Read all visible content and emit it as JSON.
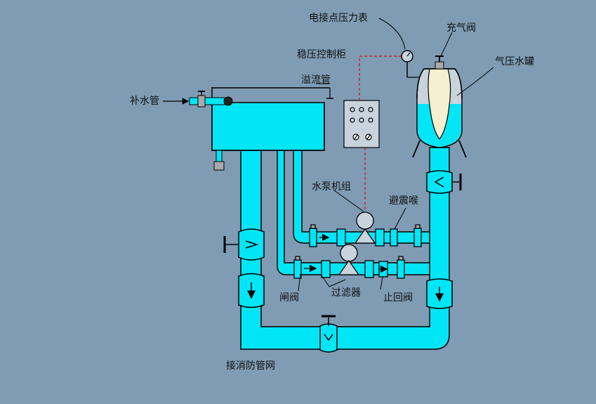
{
  "colors": {
    "background": "#7f9cb4",
    "water": "#00e6f6",
    "outline": "#000000",
    "signal": "#cc2222",
    "panel": "#c8d3dc",
    "bladder": "#f5f0d0"
  },
  "labels": {
    "pressure_gauge": "电接点压力表",
    "charge_valve": "充气阀",
    "pressure_tank": "气压水罐",
    "control_cabinet": "稳压控制柜",
    "overflow_pipe": "溢流管",
    "makeup_pipe": "补水管",
    "pump_unit": "水泵机组",
    "anti_vibration_joint": "避震喉",
    "gate_valve": "闸阀",
    "strainer": "过滤器",
    "check_valve": "止回阀",
    "fire_network": "接消防管网"
  }
}
